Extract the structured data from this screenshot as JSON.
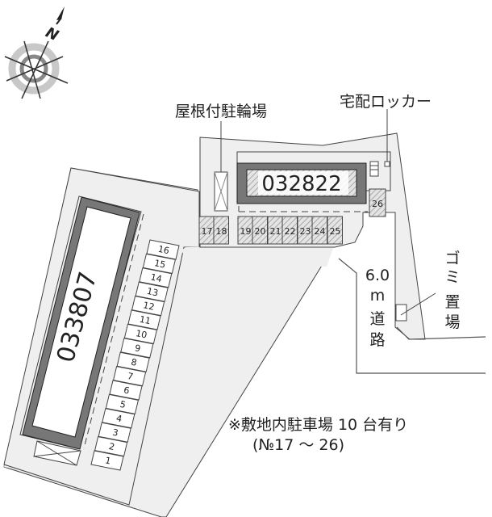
{
  "compass": {
    "north_label": "N"
  },
  "labels": {
    "bike_parking": "屋根付駐輪場",
    "delivery_locker": "宅配ロッカー",
    "garbage": [
      "ゴ",
      "ミ",
      "置",
      "場"
    ],
    "road_width": "6.0",
    "road_unit": "m",
    "road_chars": [
      "道",
      "路"
    ]
  },
  "buildings": {
    "main": "032822",
    "west": "033807"
  },
  "parking_west": [
    "16",
    "15",
    "14",
    "13",
    "12",
    "11",
    "10",
    "9",
    "8",
    "7",
    "6",
    "5",
    "4",
    "3",
    "2",
    "1"
  ],
  "parking_north": [
    "17",
    "18",
    "19",
    "20",
    "21",
    "22",
    "23",
    "24",
    "25"
  ],
  "parking_26": "26",
  "note": {
    "line1": "※敷地内駐車場 10 台有り",
    "line2": "(№17 ～ 26)"
  },
  "colors": {
    "site": "#efefef",
    "building_border": "#7a7a7a",
    "line": "#444444"
  }
}
